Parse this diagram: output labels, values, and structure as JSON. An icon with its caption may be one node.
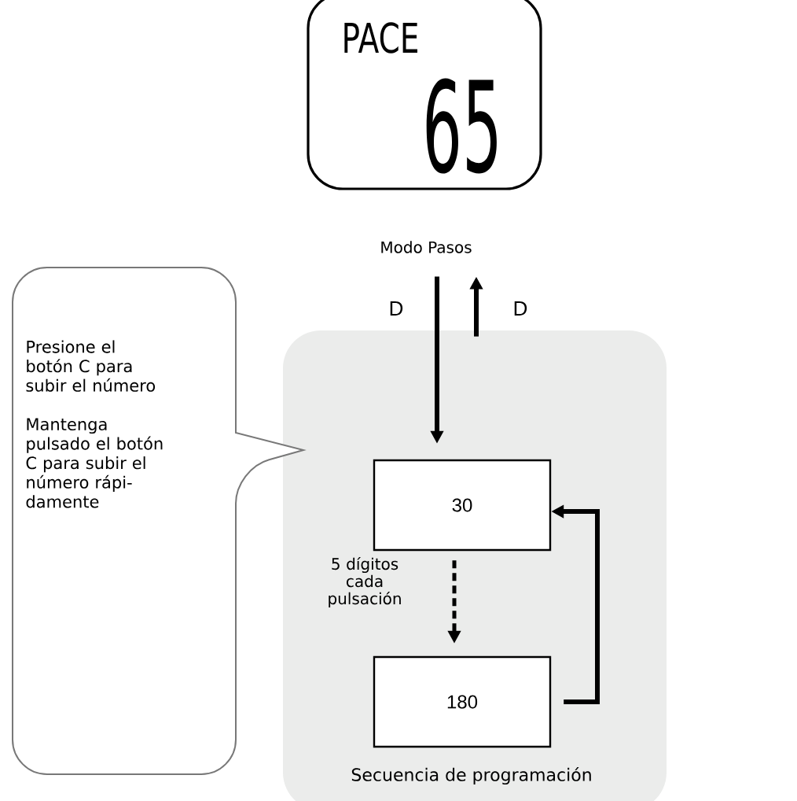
{
  "diagram": {
    "nodes": [
      {
        "text": [
          "PACE",
          "65"
        ],
        "beside": [
          "Modo Pasos"
        ]
      },
      {
        "text": [
          "Secuencia de programación"
        ]
      },
      {
        "text": [
          "30"
        ],
        "in": 1
      },
      {
        "text": [
          "180"
        ],
        "in": 1
      },
      {
        "text": [
          "Presione el botón C para subir el número",
          "Mantenga pulsado el botón C para subir el número rápi- damente"
        ]
      }
    ],
    "edges": [
      {
        "from": 0,
        "to": 2,
        "arrow": "to",
        "label": "D"
      },
      {
        "from": 1,
        "to": 0,
        "arrow": "to",
        "label": "D"
      },
      {
        "from": 2,
        "to": 3,
        "arrow": "to",
        "style": "dashed",
        "label": "5 dígitos cada pulsación"
      },
      {
        "from": 3,
        "to": 2,
        "arrow": "to"
      }
    ]
  }
}
